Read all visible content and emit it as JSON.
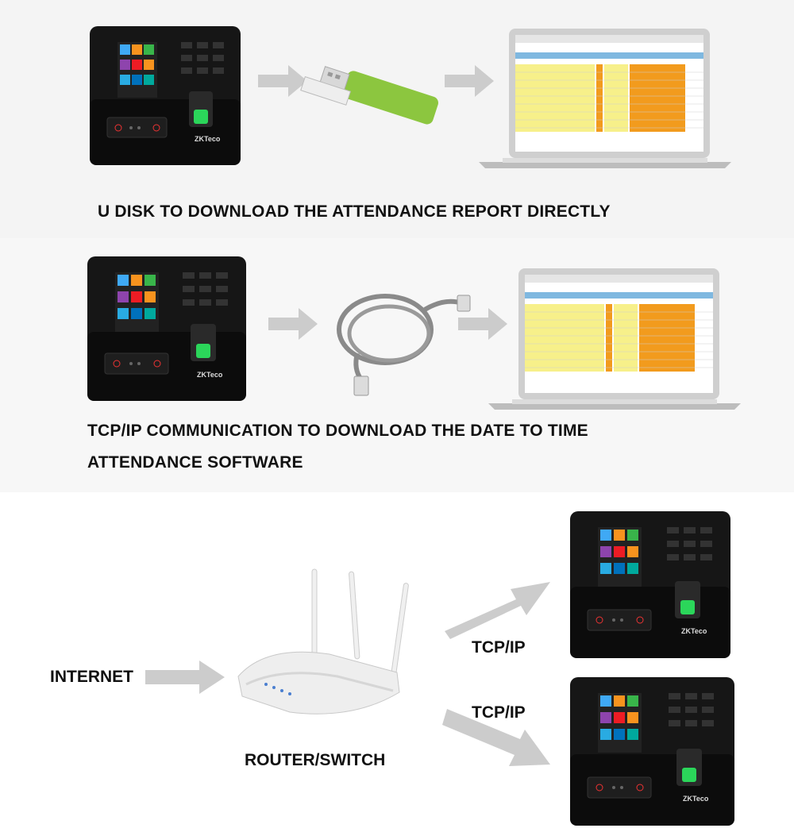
{
  "captions": {
    "usb": "U DISK TO DOWNLOAD THE ATTENDANCE REPORT DIRECTLY",
    "tcp_line1": "TCP/IP COMMUNICATION TO DOWNLOAD THE DATE TO TIME",
    "tcp_line2": "ATTENDANCE SOFTWARE"
  },
  "network": {
    "internet_label": "INTERNET",
    "router_label": "ROUTER/SWITCH",
    "link_top_label": "TCP/IP",
    "link_bottom_label": "TCP/IP"
  },
  "device": {
    "brand": "ZKTeco"
  },
  "colors": {
    "device_body": "#161616",
    "arrow": "#cccccc",
    "usb_green": "#8cc63f",
    "sheet_yellow": "#f7f08a",
    "sheet_orange": "#f29b1d",
    "sheet_header": "#7fb8e0",
    "cable_gray": "#8a8a8a"
  }
}
